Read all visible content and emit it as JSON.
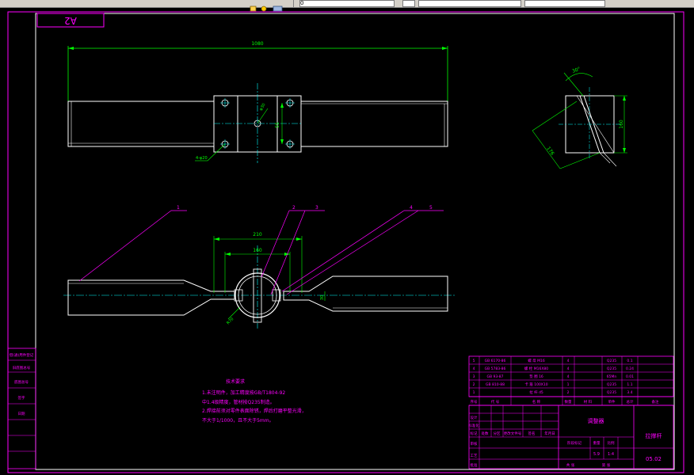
{
  "toolbar": {
    "layer_field_value": "0",
    "icons": [
      "layer-icon",
      "properties-icon",
      "linetype-icon"
    ]
  },
  "colors": {
    "background": "#000000",
    "magenta": "#ff00ff",
    "white": "#ffffff",
    "green": "#00ff00",
    "cyan": "#00ffff"
  },
  "drawing": {
    "sheet_size_mirrored": "A2",
    "dimensions": {
      "overall_length": "1080",
      "top_hole_height": "55",
      "top_hole_label": "4-φ20",
      "top_center_label": "φ30",
      "side_angle": "30°",
      "side_height": "160",
      "side_diag": "176",
      "front_outer": "210",
      "front_inner": "160",
      "front_ring_label": "R70",
      "front_right_height": "30"
    },
    "balloons": [
      "1",
      "2",
      "3",
      "4",
      "5"
    ],
    "notes": {
      "title": "技术要求",
      "lines": [
        "1.未注明件，加工精度按GB/T1804-92",
        "中1.4级精度，管材按Q235制造。",
        "2.焊接前须对零件表面除锈，焊后打磨平整光滑，",
        "不大于1/1000，且不大于5mm。"
      ]
    },
    "bom": {
      "rows": [
        {
          "no": "5",
          "code": "GB 6170-86",
          "name": "螺 母 M16",
          "qty": "4",
          "mat": "Q235",
          "weight": "0.1"
        },
        {
          "no": "4",
          "code": "GB 5783-86",
          "name": "螺 栓 M16X80",
          "qty": "4",
          "mat": "Q235",
          "weight": "0.24"
        },
        {
          "no": "3",
          "code": "GB 93-87",
          "name": "垫 圈 16",
          "qty": "4",
          "mat": "65Mn",
          "weight": "0.01"
        },
        {
          "no": "2",
          "code": "GB 810-88",
          "name": "卡 箍 100X10",
          "qty": "1",
          "mat": "Q235",
          "weight": "1.1"
        },
        {
          "no": "1",
          "code": "",
          "name": "拉 杆 d5",
          "qty": "2",
          "mat": "Q235",
          "weight": "3.4"
        }
      ],
      "headers": [
        "序号",
        "代 号",
        "名 称",
        "数量",
        "材 料",
        "单件",
        "总计",
        "备注"
      ]
    },
    "title_block": {
      "project_name": "调整器",
      "drawing_name": "拉撑杆",
      "drawing_no": "05.02",
      "scale": "1:4",
      "weight": "5.9",
      "label_stage": "阶段标记",
      "label_weight": "重量",
      "label_scale": "比例",
      "label_sheet": "共 张",
      "label_page": "第 张",
      "row_labels": [
        "标记",
        "处数",
        "分区",
        "更改文件号",
        "签名",
        "年月日"
      ],
      "left_labels": [
        "设计",
        "审核",
        "工艺",
        "批准",
        "标准化"
      ]
    },
    "side_strip_labels": [
      "借(通)用件登记",
      "旧底图总号",
      "底图总号",
      "签字",
      "日期"
    ]
  }
}
